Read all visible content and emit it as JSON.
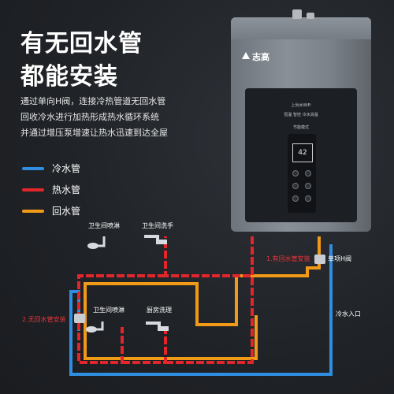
{
  "headline": {
    "line1": "有无回水管",
    "line2": "都能安装"
  },
  "description": {
    "line1": "通过单向H阀，连接冷热管道无回水管",
    "line2": "回收冷水进行加热形成热水循环系统",
    "line3": "并通过增压泵增速让热水迅速到达全屋"
  },
  "legend": [
    {
      "label": "冷水管",
      "color": "#2f8ee0"
    },
    {
      "label": "热水管",
      "color": "#e2262b"
    },
    {
      "label": "回水管",
      "color": "#f19a18"
    }
  ],
  "heater": {
    "brand": "志高",
    "panel_line1": "上出水WiFi",
    "panel_line2": "恒温 智控 冷水消温",
    "panel_line3": "节能模式",
    "display_value": "42"
  },
  "fixtures": {
    "top_left": "卫生间喷淋",
    "top_right": "卫生间洗手",
    "bottom_left": "卫生间喷淋",
    "bottom_right": "厨房洗理"
  },
  "annotations": {
    "has_return": "1.有回水管安装",
    "no_return": "2.无回水管安装",
    "h_valve": "单项H阀",
    "cold_inlet": "冷水入口"
  },
  "colors": {
    "cold": "#2f8ee0",
    "hot": "#e2262b",
    "return": "#f19a18",
    "background": "#23262b"
  }
}
